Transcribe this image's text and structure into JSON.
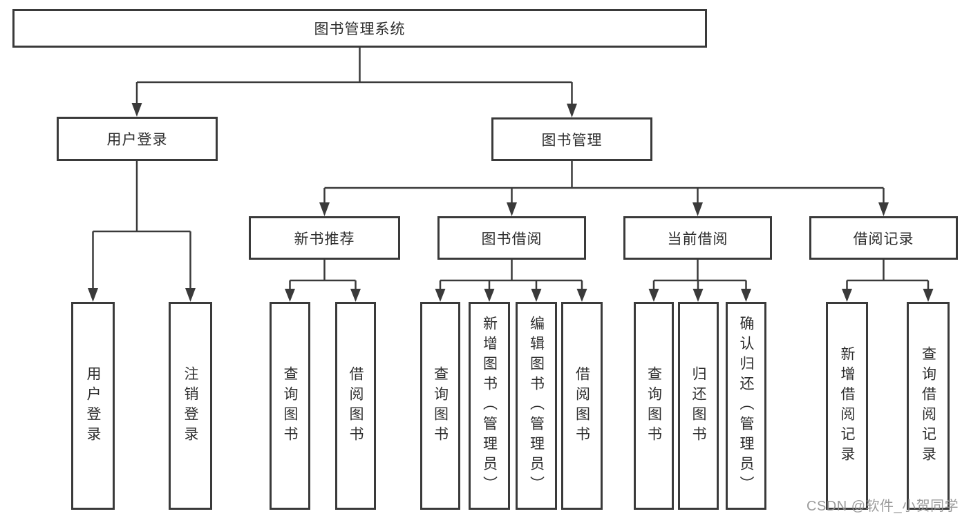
{
  "diagram": {
    "title": "图书管理系统",
    "type": "hierarchy-tree",
    "colors": {
      "line": "#3a3a3a",
      "box_border": "#3a3a3a",
      "box_fill": "#ffffff",
      "text": "#2e2e2e",
      "watermark": "#919191"
    },
    "tree": {
      "label": "图书管理系统",
      "children": [
        {
          "label": "用户登录",
          "children": [
            {
              "label": "用户登录"
            },
            {
              "label": "注销登录"
            }
          ]
        },
        {
          "label": "图书管理",
          "children": [
            {
              "label": "新书推荐",
              "children": [
                {
                  "label": "查询图书"
                },
                {
                  "label": "借阅图书"
                }
              ]
            },
            {
              "label": "图书借阅",
              "children": [
                {
                  "label": "查询图书"
                },
                {
                  "label": "新增图书（管理员）"
                },
                {
                  "label": "编辑图书（管理员）"
                },
                {
                  "label": "借阅图书"
                }
              ]
            },
            {
              "label": "当前借阅",
              "children": [
                {
                  "label": "查询图书"
                },
                {
                  "label": "归还图书"
                },
                {
                  "label": "确认归还（管理员）"
                }
              ]
            },
            {
              "label": "借阅记录",
              "children": [
                {
                  "label": "新增借阅记录"
                },
                {
                  "label": "查询借阅记录"
                }
              ]
            }
          ]
        }
      ]
    },
    "watermark": {
      "text": "CSDN @软件_小贺同学"
    }
  }
}
